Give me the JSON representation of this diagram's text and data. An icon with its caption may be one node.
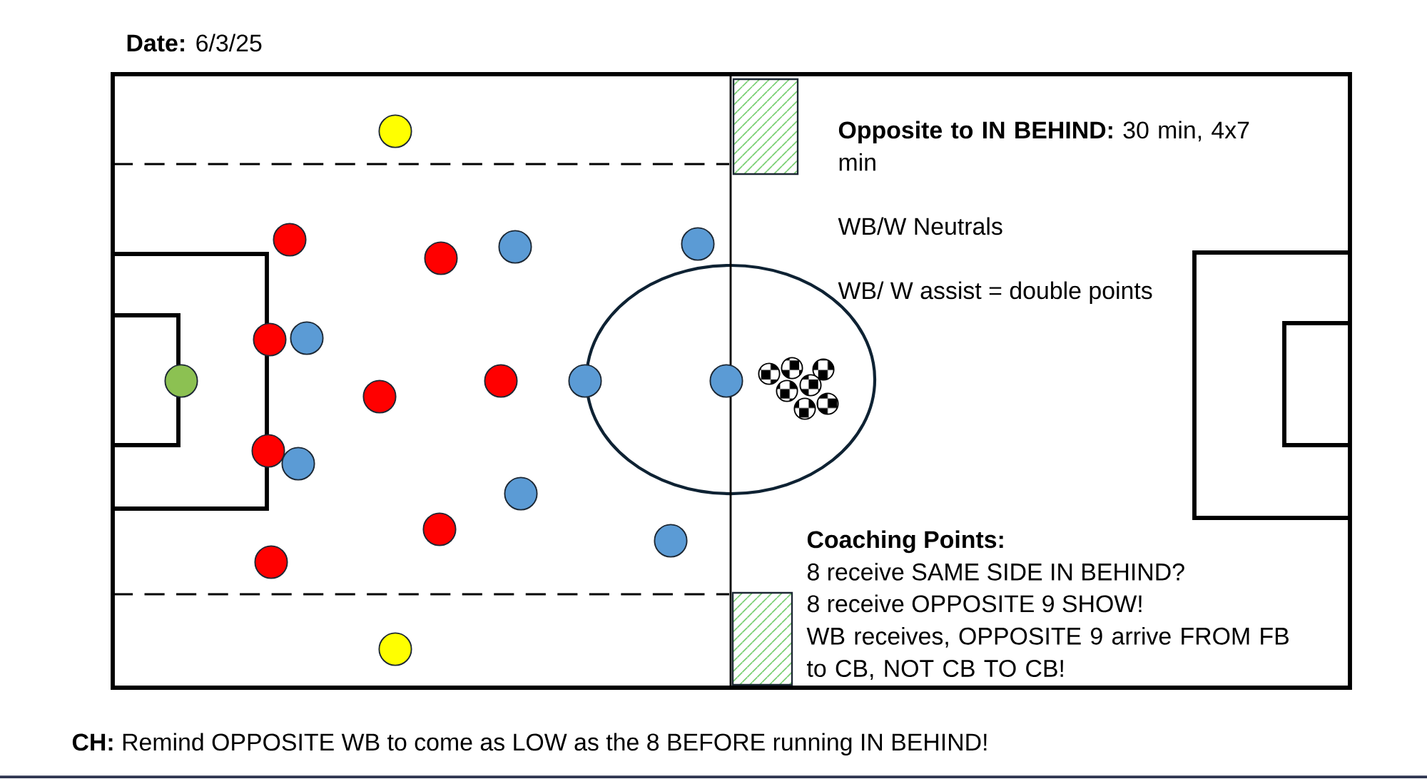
{
  "diagram": {
    "labels": [
      "**Date:** 6/3/25",
      "**Opposite to IN BEHIND:** 30 min, 4x7 min",
      "WB/W Neutrals",
      "WB/ W assist = double points",
      "Coaching Points:",
      "8 receive SAME SIDE IN BEHIND?",
      "8 receive OPPOSITE 9 SHOW!",
      "WB receives, OPPOSITE 9 arrive FROM FB to CB, NOT CB TO CB!",
      "**CH:** Remind OPPOSITE WB to come as LOW as the 8 BEFORE running IN BEHIND!"
    ]
  }
}
